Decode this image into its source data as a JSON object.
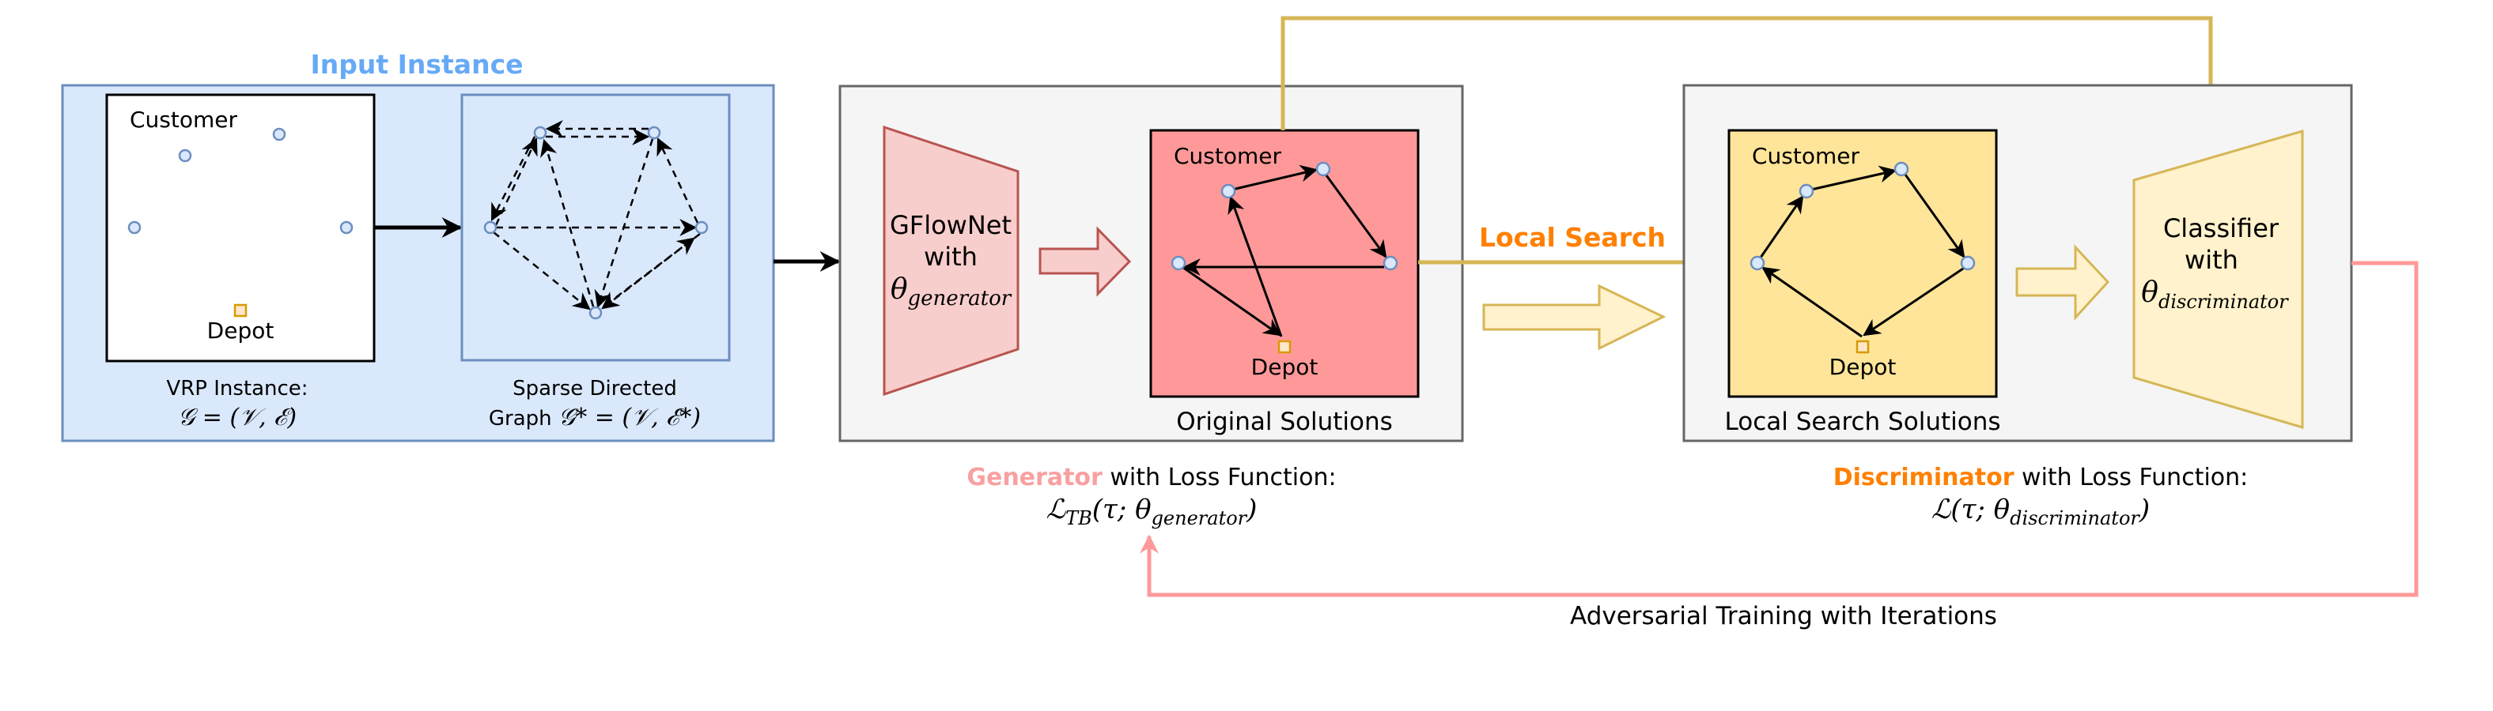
{
  "input_instance": {
    "title": "Input Instance",
    "vrp_panel": {
      "customer_label": "Customer",
      "depot_label": "Depot",
      "caption_line1": "VRP Instance:",
      "caption_math": "𝒢 = (𝒱, ℰ)"
    },
    "sparse_panel": {
      "caption_line1": "Sparse Directed",
      "caption_prefix": "Graph ",
      "caption_math": "𝒢* = (𝒱, ℰ*)"
    }
  },
  "generator": {
    "model_line1": "GFlowNet",
    "model_line2": "with",
    "model_theta": "θ",
    "model_sub": "generator",
    "solutions_panel": {
      "customer_label": "Customer",
      "depot_label": "Depot",
      "caption": "Original Solutions"
    },
    "loss_highlight": "Generator",
    "loss_text": " with Loss Function:",
    "loss_math_main": "ℒ",
    "loss_math_sub1": "TB",
    "loss_math_mid": "(τ; θ",
    "loss_math_sub2": "generator",
    "loss_math_end": ")"
  },
  "local_search": {
    "label": "Local Search"
  },
  "discriminator": {
    "solutions_panel": {
      "customer_label": "Customer",
      "depot_label": "Depot",
      "caption": "Local Search Solutions"
    },
    "model_line1": "Classifier",
    "model_line2": "with",
    "model_theta": "θ",
    "model_sub": "discriminator",
    "loss_highlight": "Discriminator",
    "loss_text": " with Loss Function:",
    "loss_math_main": "ℒ(τ; θ",
    "loss_math_sub": "discriminator",
    "loss_math_end": ")"
  },
  "feedback": {
    "label": "Adversarial Training with Iterations"
  },
  "colors": {
    "input_fill": "#dae8fc",
    "input_stroke": "#6c8ebf",
    "panel_fill": "#f5f5f5",
    "panel_stroke": "#666666",
    "generator_fill": "#f8cecc",
    "generator_stroke": "#b85450",
    "original_fill": "#ff9999",
    "local_fill": "#ffe599",
    "classifier_fill": "#fff2cc",
    "classifier_stroke": "#d6b656",
    "gold_line": "#d6b656",
    "pink_line": "#ff9999",
    "orange_text": "#ff8000",
    "blue_title": "#66aaf7"
  }
}
